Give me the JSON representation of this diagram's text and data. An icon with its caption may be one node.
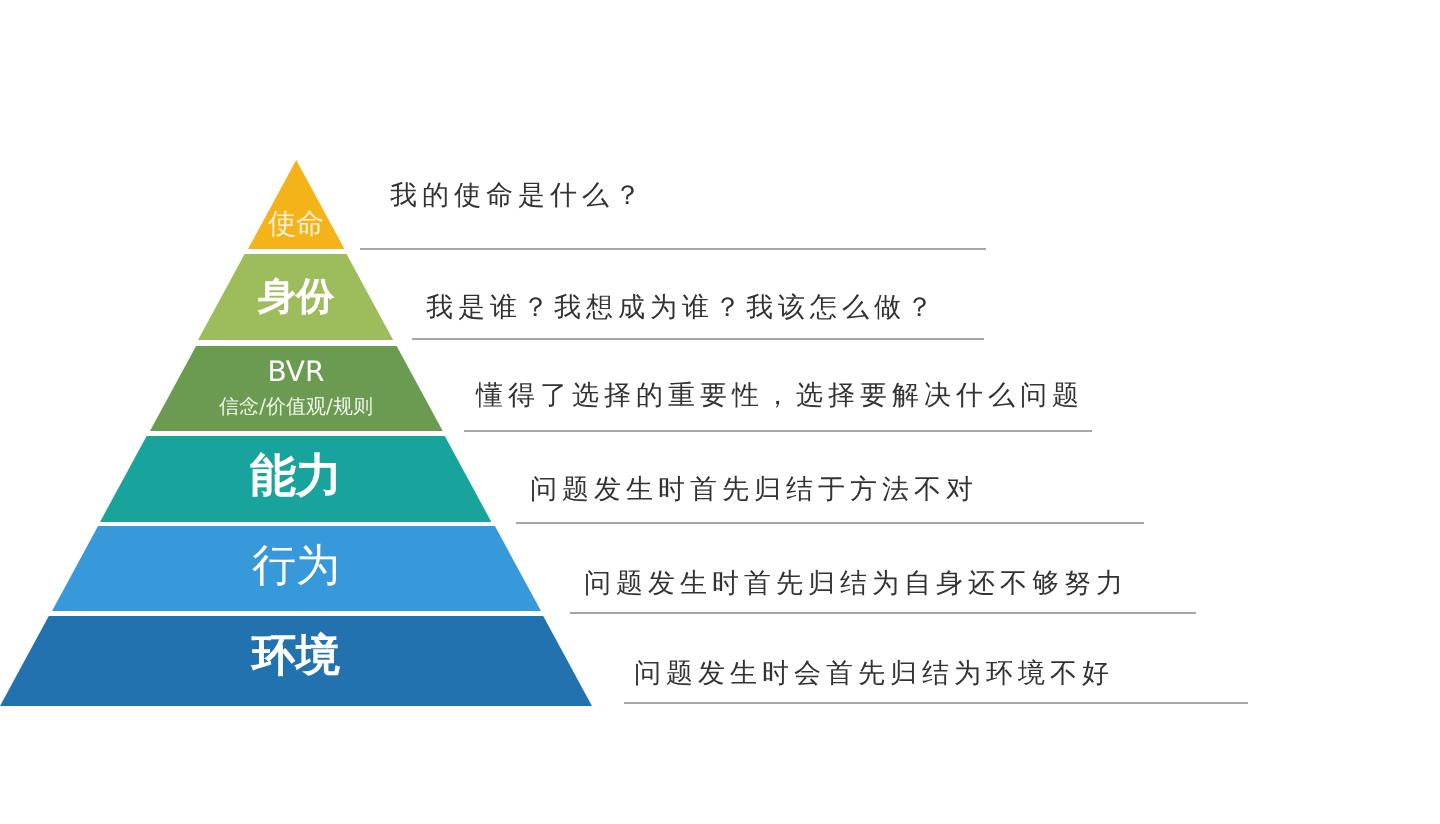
{
  "diagram": {
    "nodes": [
      {
        "text": [
          "使命"
        ]
      },
      {
        "text": [
          "身份"
        ]
      },
      {
        "text": [
          "BVR",
          "信念/价值观/规则"
        ]
      },
      {
        "text": [
          "能力"
        ]
      },
      {
        "text": [
          "行为"
        ]
      },
      {
        "text": [
          "环境"
        ]
      }
    ],
    "labels": [
      "我的使命是什么？",
      "我是谁？我想成为谁？我该怎么做？",
      "懂得了选择的重要性，选择要解决什么问题",
      "问题发生时首先归结于方法不对",
      "问题发生时首先归结为自身还不够努力",
      "问题发生时会首先归结为环境不好"
    ]
  }
}
